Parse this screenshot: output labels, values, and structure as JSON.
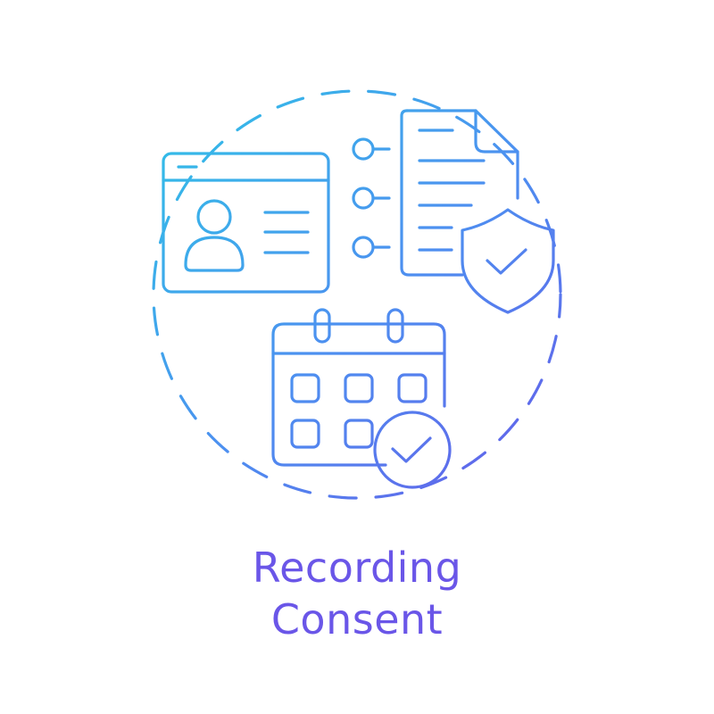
{
  "illustration": {
    "name": "recording-consent-concept-icon",
    "colors": {
      "gradient_start": "#2ec4e6",
      "gradient_mid": "#4d8ff0",
      "gradient_end": "#6a52e8",
      "caption": "#6a56e8"
    },
    "parts": [
      "dashed-circle",
      "profile-window-icon",
      "connector-dots-icon",
      "document-icon",
      "shield-check-icon",
      "calendar-icon",
      "check-circle-icon"
    ]
  },
  "caption": {
    "line1": "Recording",
    "line2": "Consent"
  }
}
